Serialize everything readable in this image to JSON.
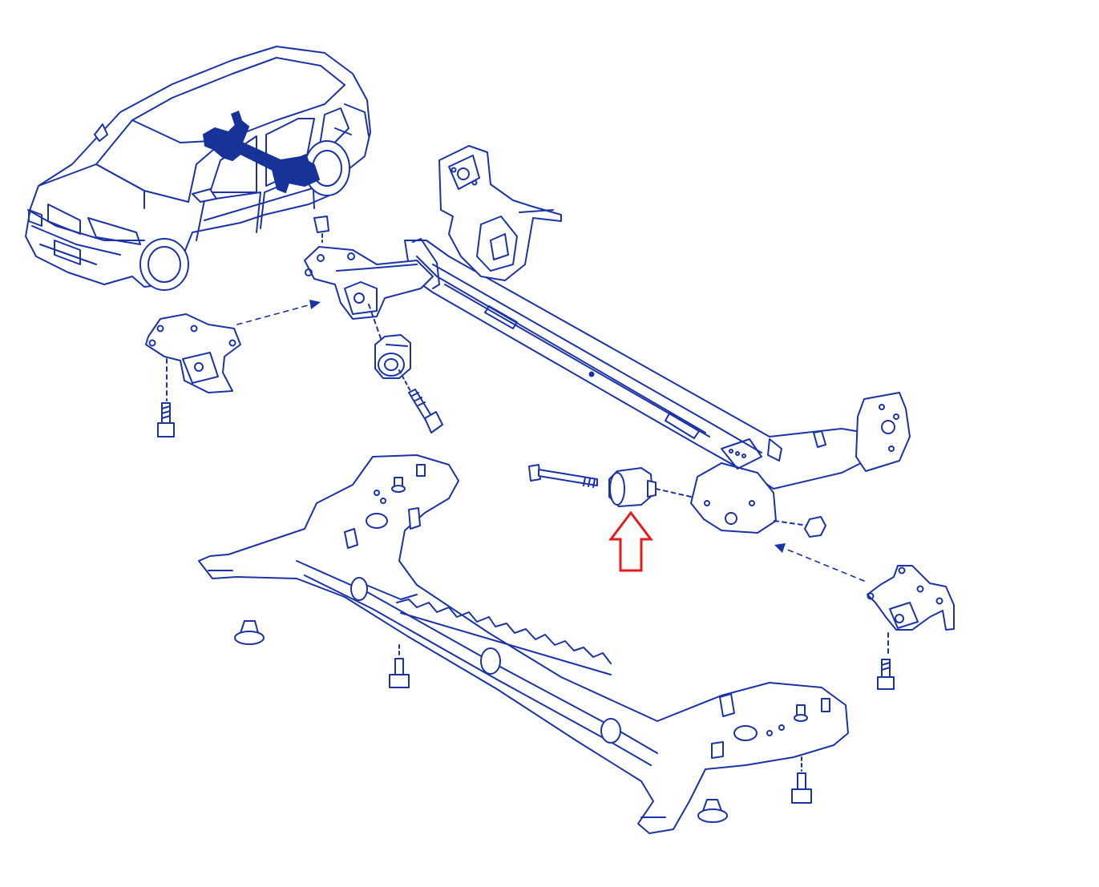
{
  "colors": {
    "line": "#1a33a8",
    "fill": "#ffffff",
    "shade": "#dfe6fb",
    "highlight": "#17339a",
    "arrow": "#e41b1b"
  },
  "parts": [
    {
      "id": "vehicle",
      "icon": "car-outline-icon"
    },
    {
      "id": "rear-axle-beam",
      "icon": "axle-beam-icon"
    },
    {
      "id": "left-mounting-bracket",
      "icon": "bracket-icon"
    },
    {
      "id": "right-mounting-bracket",
      "icon": "bracket-icon"
    },
    {
      "id": "left-silent-block-bushing",
      "icon": "bushing-icon"
    },
    {
      "id": "right-silent-block-bushing",
      "icon": "bushing-icon"
    },
    {
      "id": "left-through-bolt",
      "icon": "bolt-icon"
    },
    {
      "id": "right-through-bolt",
      "icon": "bolt-icon"
    },
    {
      "id": "underbody-protection-tray",
      "icon": "tray-icon"
    },
    {
      "id": "plastic-clips",
      "icon": "clip-icon"
    }
  ],
  "callout": {
    "target": "right-silent-block-bushing",
    "icon": "up-arrow-icon"
  }
}
